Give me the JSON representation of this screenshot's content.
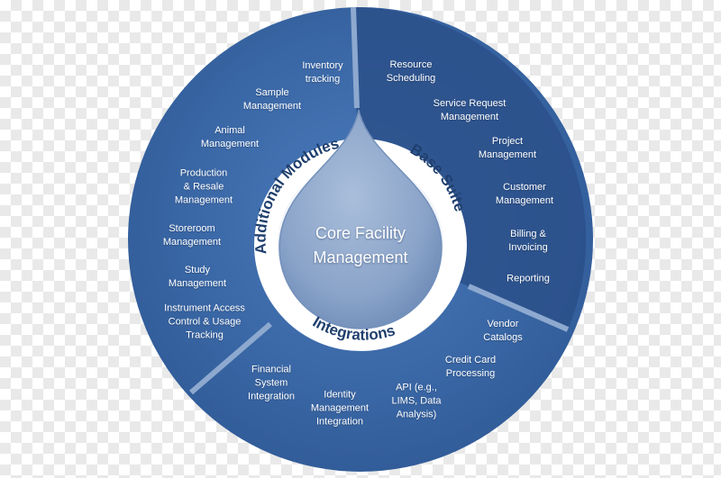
{
  "core": {
    "label": "Core Facility\nManagement"
  },
  "sections": {
    "additional_modules": "Additional Modules",
    "base_suite": "Base Suite",
    "integrations": "Integrations"
  },
  "additional_modules": [
    "Inventory\ntracking",
    "Sample\nManagement",
    "Animal\nManagement",
    "Production\n& Resale\nManagement",
    "Storeroom\nManagement",
    "Study\nManagement",
    "Instrument Access\nControl & Usage\nTracking"
  ],
  "base_suite": [
    "Resource\nScheduling",
    "Service Request\nManagement",
    "Project\nManagement",
    "Customer\nManagement",
    "Billing &\nInvoicing",
    "Reporting"
  ],
  "integrations": [
    "Vendor\nCatalogs",
    "Credit Card\nProcessing",
    "API (e.g.,\nLIMS, Data\nAnalysis)",
    "Identity\nManagement\nIntegration",
    "Financial\nSystem\nIntegration"
  ],
  "colors": {
    "outer_ring": "#3d6aa8",
    "base_suite_segment": "#2f558f",
    "inner_ring": "#ffffff",
    "drop": "#8ea6c9",
    "section_text": "#1f3f6e"
  }
}
